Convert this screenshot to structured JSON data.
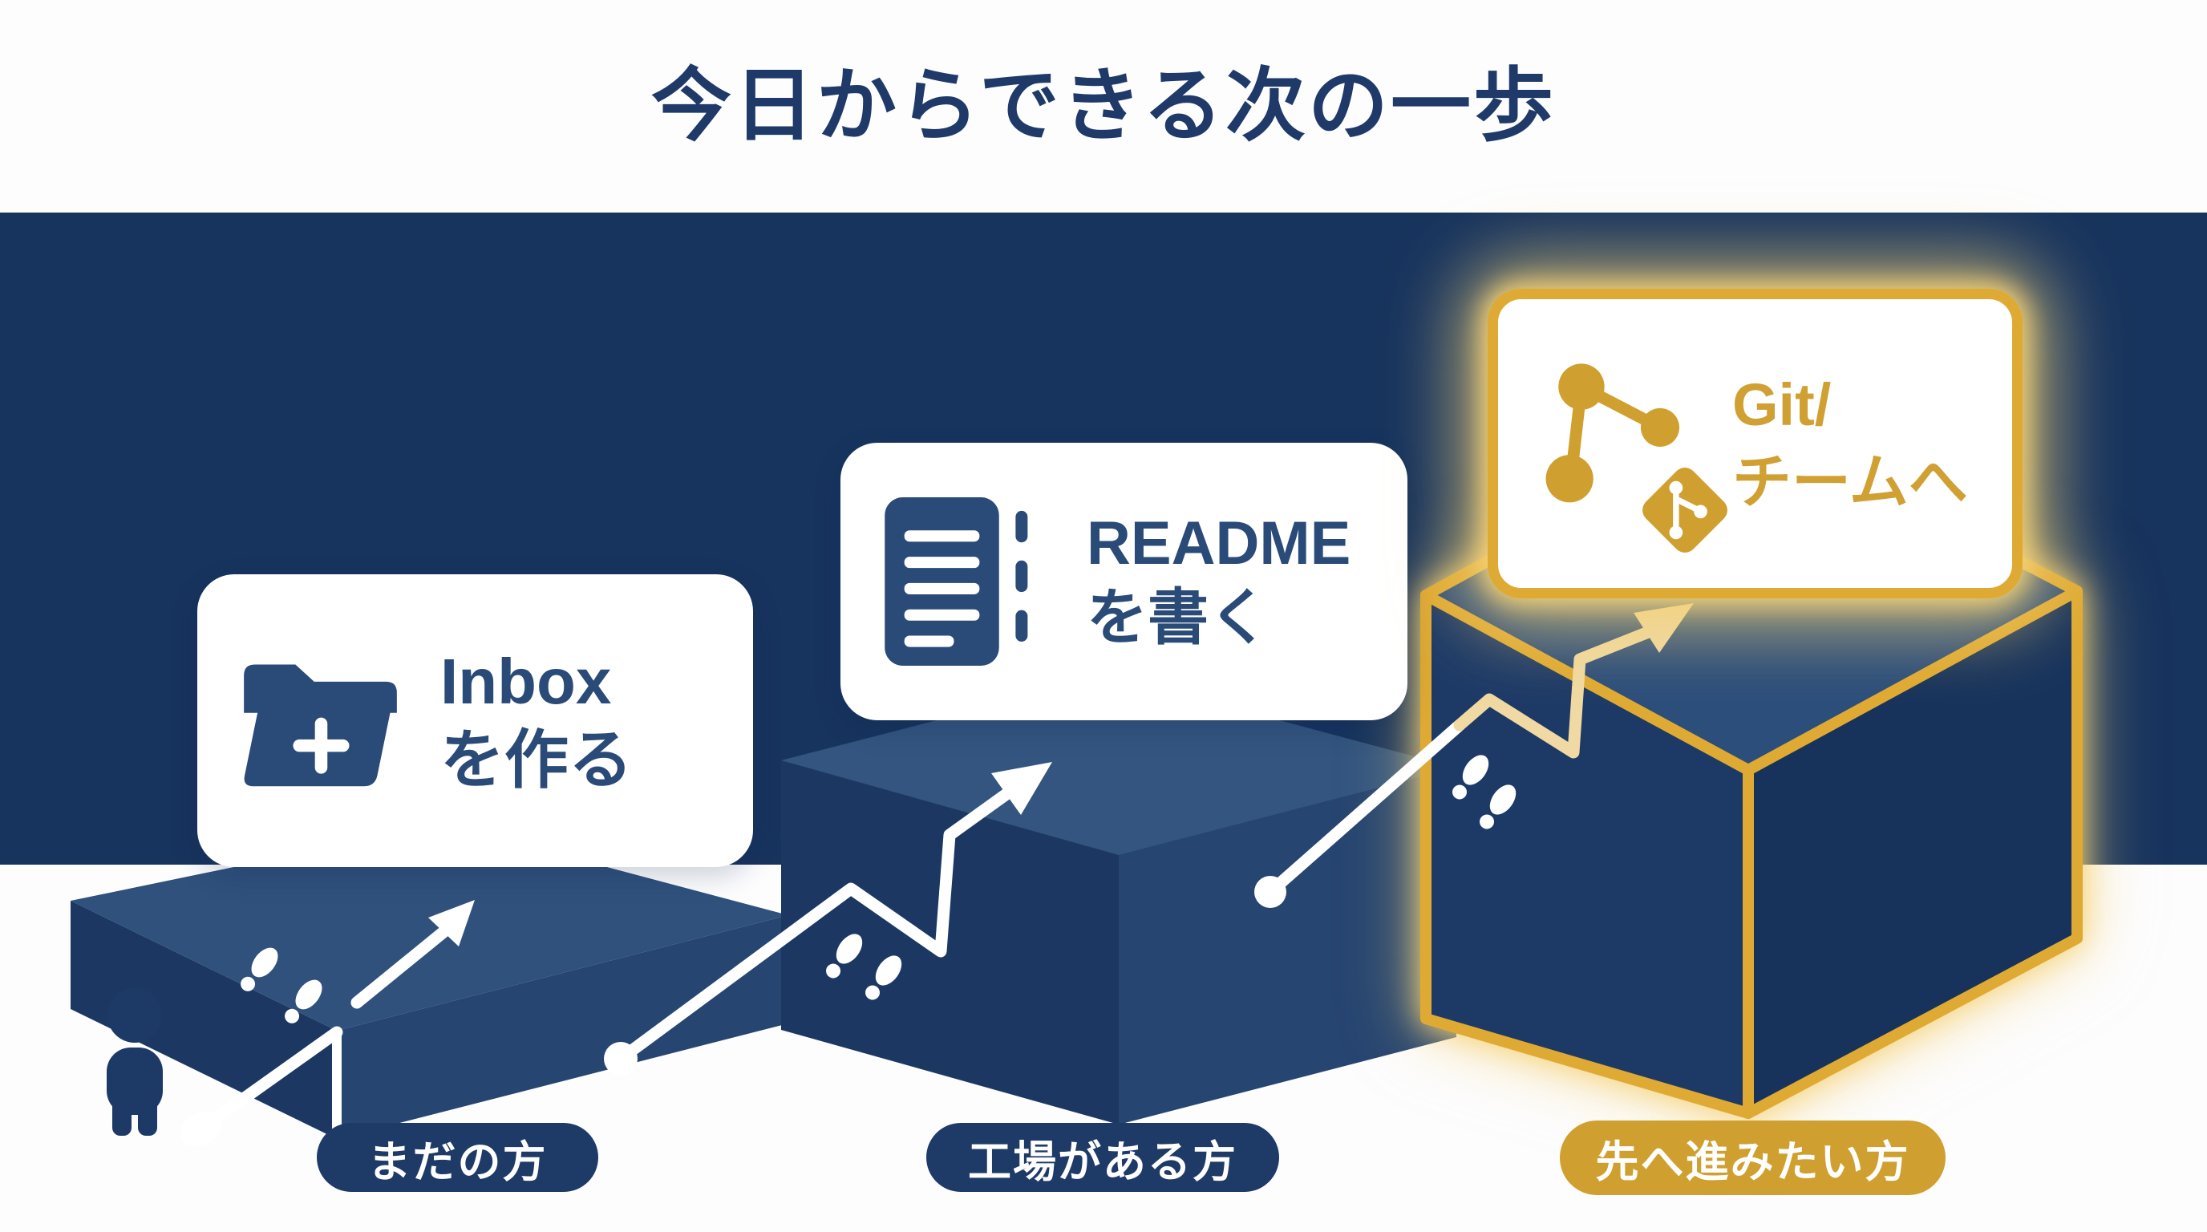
{
  "title": "今日からできる次の一歩",
  "steps": [
    {
      "line1": "Inbox",
      "line2": "を作る",
      "icon": "folder-plus-icon",
      "audience": "まだの方"
    },
    {
      "line1": "README",
      "line2": "を書く",
      "icon": "document-icon",
      "audience": "工場がある方"
    },
    {
      "line1": "Git/",
      "line2": "チームへ",
      "icon": "share-network-icon git-branch-icon",
      "audience": "先へ進みたい方"
    }
  ],
  "colors": {
    "background": "#FDFDFE",
    "band_navy": "#17345E",
    "platform_top": "#2F517C",
    "platform_top2": "#33557F",
    "platform_front_left": "#1C3862",
    "platform_front_right": "#264570",
    "cube_top": "#2C4E7B",
    "cube_left": "#1D3A67",
    "cube_right": "#17335C",
    "gold": "#DFAA33",
    "gold_deep": "#CFA02F",
    "gold_text": "#D0A033",
    "cream": "#F0D9A2",
    "navy_text": "#1F3A68",
    "card_text": "#2A4A78",
    "pill_navy": "#1E3A66"
  }
}
